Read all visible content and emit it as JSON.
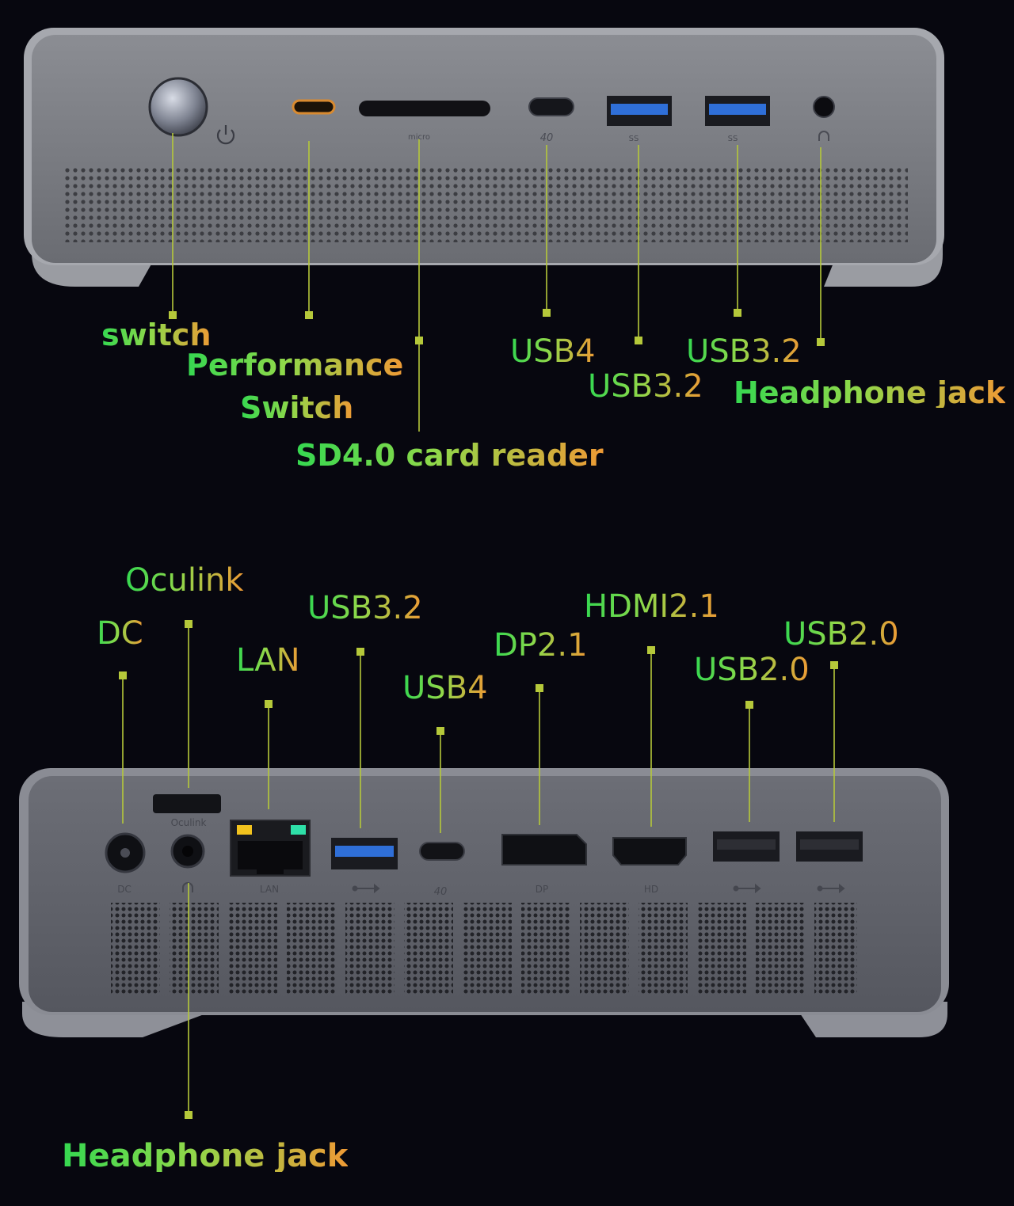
{
  "front": {
    "port_marks": {
      "sd_mark": "micro",
      "usb4_mark": "40",
      "usb32_a_mark": "SS",
      "usb32_b_mark": "SS"
    },
    "labels": {
      "switch": "switch",
      "performance_line1": "Performance",
      "performance_line2": "Switch",
      "sd_card_reader": "SD4.0 card reader",
      "usb4": "USB4",
      "usb32_a": "USB3.2",
      "usb32_b": "USB3.2",
      "headphone_jack": "Headphone jack"
    }
  },
  "rear": {
    "port_marks": {
      "oculink": "Oculink",
      "dc": "DC",
      "lan": "LAN",
      "usb4": "40",
      "dp": "DP",
      "hd": "HD"
    },
    "labels": {
      "oculink": "Oculink",
      "dc": "DC",
      "lan": "LAN",
      "usb32": "USB3.2",
      "usb4": "USB4",
      "dp21": "DP2.1",
      "hdmi21": "HDMI2.1",
      "usb20_a": "USB2.0",
      "usb20_b": "USB2.0",
      "headphone_jack": "Headphone jack"
    }
  },
  "colors": {
    "background": "#07070f",
    "leader_line": "#b5c83a",
    "label_green": "#35d850",
    "label_orange": "#ee9a35",
    "usb3_blue": "#2f6fd8",
    "chassis": "#7a7c82"
  }
}
